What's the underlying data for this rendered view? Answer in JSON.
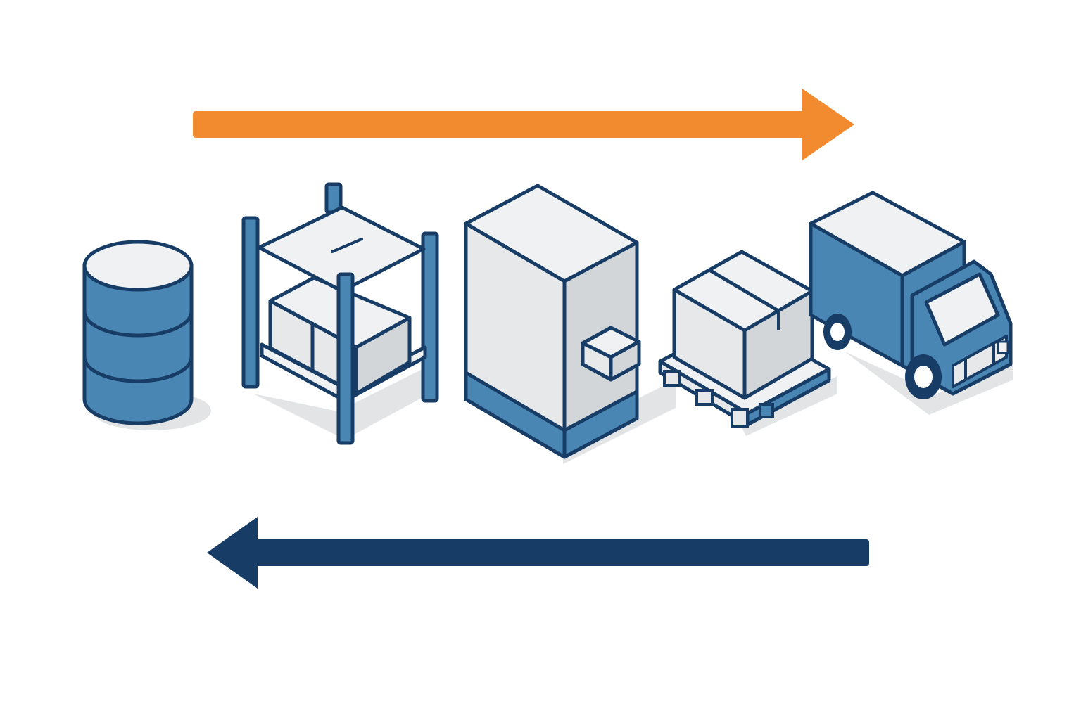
{
  "colors": {
    "background": "#ffffff",
    "outline": "#173d66",
    "blue": "#4a86b4",
    "light_face": "#e6e8ea",
    "top_face": "#f0f1f2",
    "side_face": "#d3d6d9",
    "shadow": "#e2e4e5",
    "forward_arrow": "#f28a30",
    "reverse_arrow": "#173d66"
  },
  "diagram": {
    "flow_direction_top": "left-to-right",
    "flow_direction_bottom": "right-to-left",
    "stages": [
      {
        "id": "raw-material",
        "icon": "barrel-icon"
      },
      {
        "id": "storage",
        "icon": "shelving-rack-icon"
      },
      {
        "id": "processing",
        "icon": "processing-cabinet-icon"
      },
      {
        "id": "packaging",
        "icon": "pallet-box-icon"
      },
      {
        "id": "transport",
        "icon": "delivery-truck-icon"
      }
    ]
  }
}
